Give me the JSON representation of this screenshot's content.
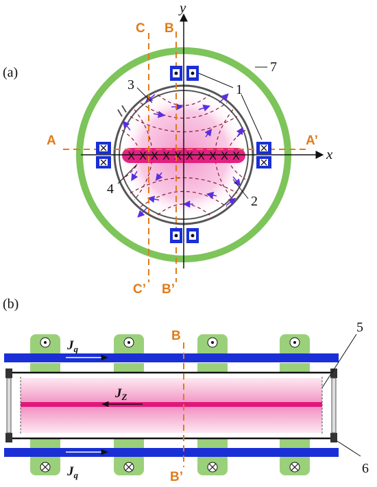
{
  "panel_a": {
    "label": "(a)",
    "axis_x": "x",
    "axis_y": "y",
    "cuts": {
      "A": "A",
      "A_prime": "A’",
      "B": "B",
      "B_prime": "B’",
      "C": "C",
      "C_prime": "C’"
    },
    "callouts": {
      "n1": "1",
      "n2": "2",
      "n3": "3",
      "n4": "4",
      "n7": "7"
    },
    "current_marks": [
      "X",
      "X",
      "X",
      "X",
      "X",
      "X",
      "X",
      "X",
      "X",
      "X"
    ]
  },
  "panel_b": {
    "label": "(b)",
    "current_q_main": "J",
    "current_q_sub": "q",
    "current_z_main": "J",
    "current_z_sub": "Z",
    "cut_top": "B",
    "cut_bottom": "B’",
    "callouts": {
      "n5": "5",
      "n6": "6"
    }
  },
  "colors": {
    "outer_ring": "#7dc45a",
    "chamber": "#555555",
    "plasma": "#f0a0cc",
    "sheet": "#e0187a",
    "cut_line": "#e07b1a",
    "conductor": "#1a2fd6",
    "coil_green": "#9bd07a",
    "field_line": "#8a1a3a",
    "arrow": "#5a2fe0"
  }
}
